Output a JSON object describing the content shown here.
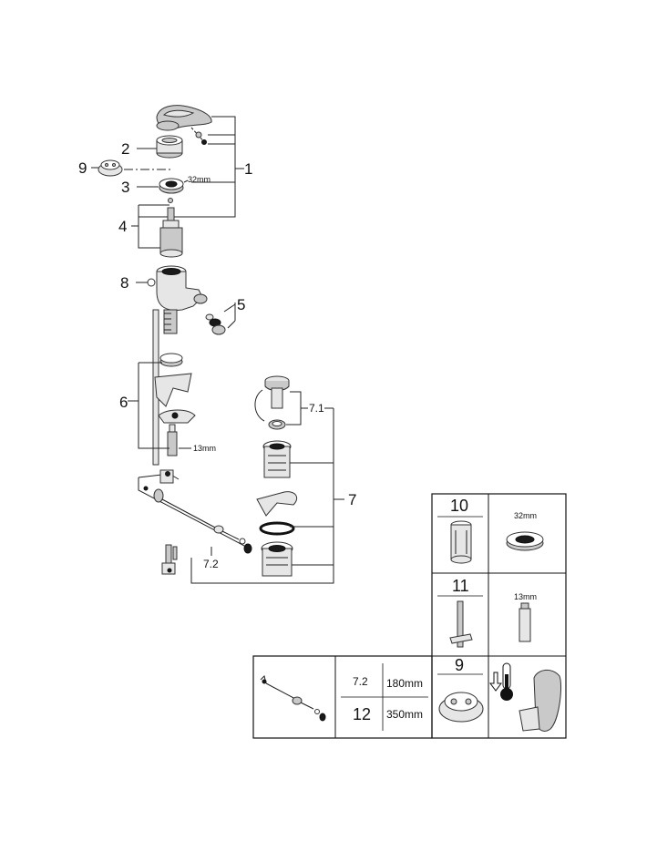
{
  "callouts": {
    "p1": "1",
    "p2": "2",
    "p3": "3",
    "p4": "4",
    "p5": "5",
    "p6": "6",
    "p7": "7",
    "p7_1": "7.1",
    "p7_2": "7.2",
    "p8": "8",
    "p9": "9"
  },
  "dimensions": {
    "nut_32mm": "32mm",
    "spindle_13mm": "13mm"
  },
  "tool_table": {
    "cell_10": {
      "number": "10",
      "dimension": "32mm"
    },
    "cell_11": {
      "number": "11",
      "dimension": "13mm"
    },
    "cell_9": {
      "number": "9"
    }
  },
  "rod_table": {
    "row1": {
      "number": "7.2",
      "length": "180mm"
    },
    "row2": {
      "number": "12",
      "length": "350mm"
    }
  }
}
